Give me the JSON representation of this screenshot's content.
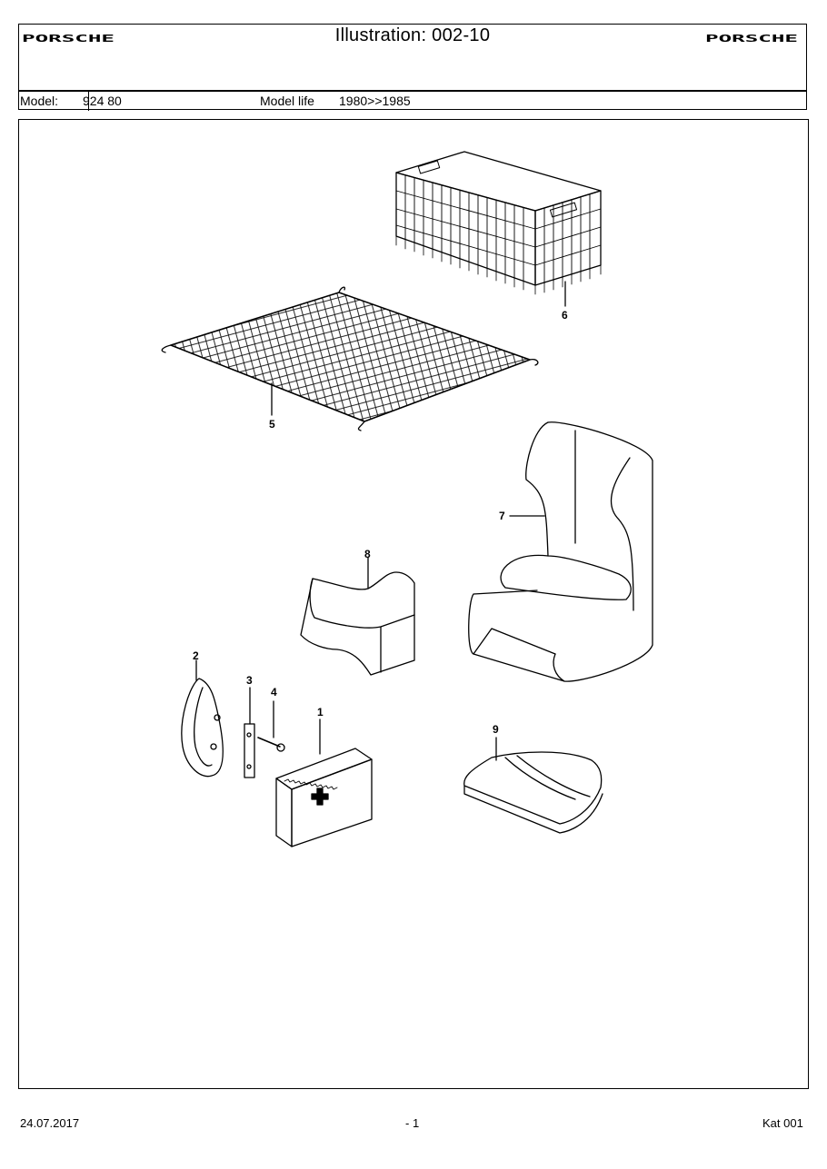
{
  "header": {
    "brand_left": "PORSCHE",
    "brand_right": "PORSCHE",
    "title": "Illustration: 002-10",
    "model_label": "Model:",
    "model_value": "924 80",
    "model_life_label": "Model life",
    "model_life_value": "1980>>1985"
  },
  "callouts": {
    "c1": "1",
    "c2": "2",
    "c3": "3",
    "c4": "4",
    "c5": "5",
    "c6": "6",
    "c7": "7",
    "c8": "8",
    "c9": "9"
  },
  "footer": {
    "date": "24.07.2017",
    "page": "- 1",
    "catalog": "Kat 001"
  }
}
